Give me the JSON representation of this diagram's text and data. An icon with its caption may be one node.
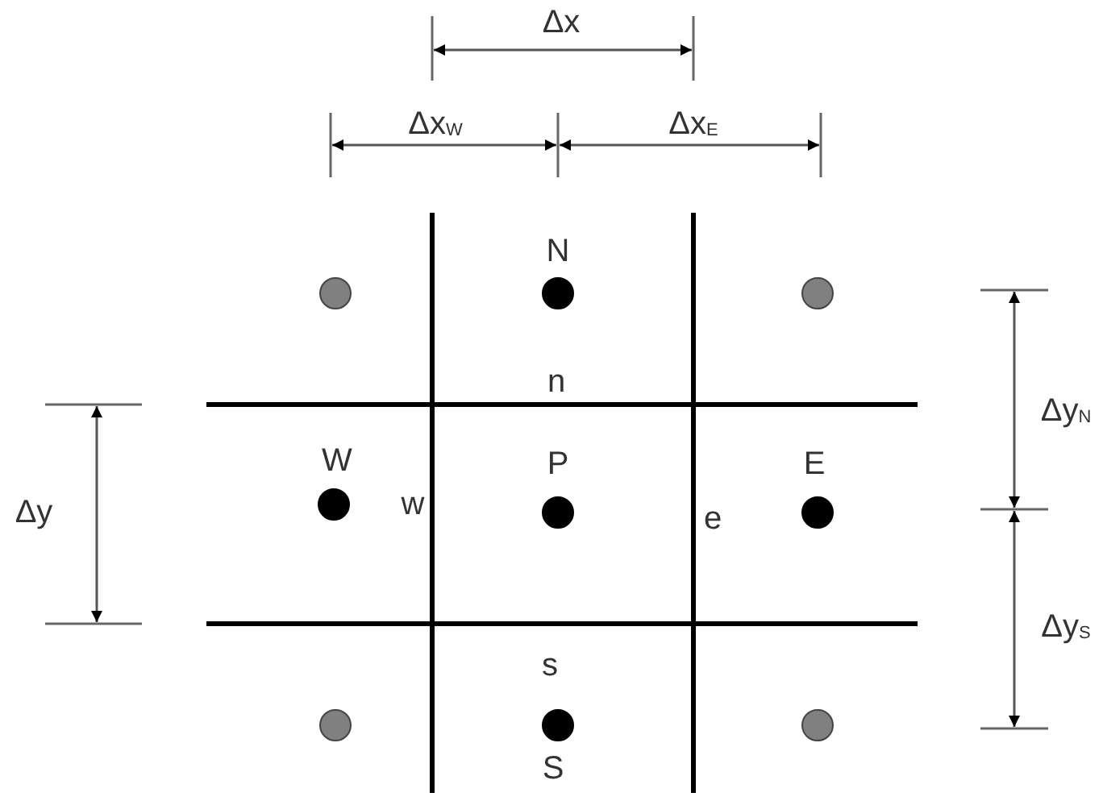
{
  "diagram": {
    "nodes": [
      {
        "text": [],
        "shape": "circle"
      },
      {
        "text": [],
        "shape": "circle",
        "beside": [
          "N"
        ]
      },
      {
        "text": [],
        "shape": "circle"
      },
      {
        "text": [],
        "shape": "circle",
        "beside": [
          "W"
        ]
      },
      {
        "text": [],
        "shape": "circle",
        "beside": [
          "P"
        ]
      },
      {
        "text": [],
        "shape": "circle",
        "beside": [
          "E"
        ]
      },
      {
        "text": [],
        "shape": "circle"
      },
      {
        "text": [],
        "shape": "circle",
        "beside": [
          "S"
        ]
      },
      {
        "text": [],
        "shape": "circle"
      }
    ],
    "labels": [
      "Δx",
      "Δx$_{W}$",
      "Δx$_{E}$",
      "n",
      "Δy$_{N}$",
      "Δy",
      "w",
      "e",
      "Δy$_{S}$",
      "s"
    ]
  }
}
